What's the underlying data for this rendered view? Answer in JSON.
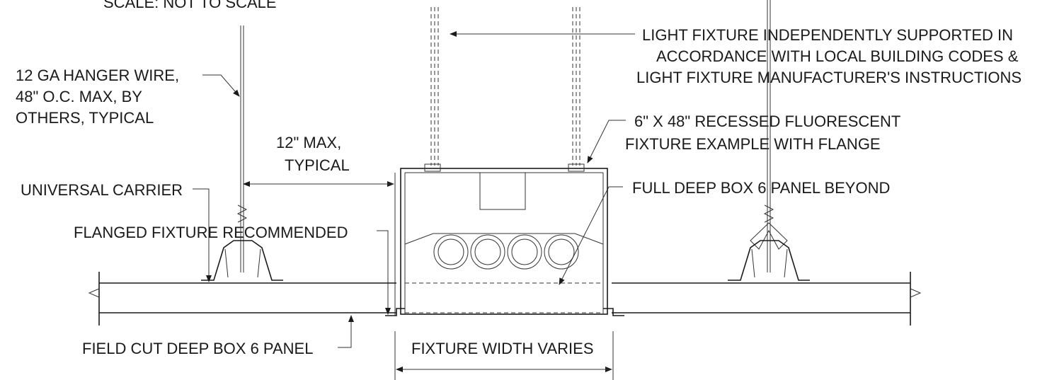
{
  "labels": {
    "scale": "SCALE: NOT TO SCALE",
    "hanger_wire": [
      "12 GA HANGER WIRE,",
      "48\" O.C. MAX, BY",
      "OTHERS, TYPICAL"
    ],
    "max_spacing": [
      "12\" MAX,",
      "TYPICAL"
    ],
    "universal_carrier": "UNIVERSAL CARRIER",
    "flanged_fixture": "FLANGED FIXTURE RECOMMENDED",
    "field_cut": "FIELD CUT DEEP BOX 6 PANEL",
    "fixture_width": "FIXTURE WIDTH VARIES",
    "light_fixture_support": [
      "LIGHT FIXTURE INDEPENDENTLY SUPPORTED IN",
      "ACCORDANCE WITH LOCAL BUILDING CODES &",
      "LIGHT FIXTURE MANUFACTURER'S INSTRUCTIONS"
    ],
    "recessed_fixture": [
      "6\" X 48\" RECESSED FLUORESCENT",
      "FIXTURE EXAMPLE WITH FLANGE"
    ],
    "full_deep_box": "FULL DEEP BOX 6 PANEL BEYOND"
  }
}
